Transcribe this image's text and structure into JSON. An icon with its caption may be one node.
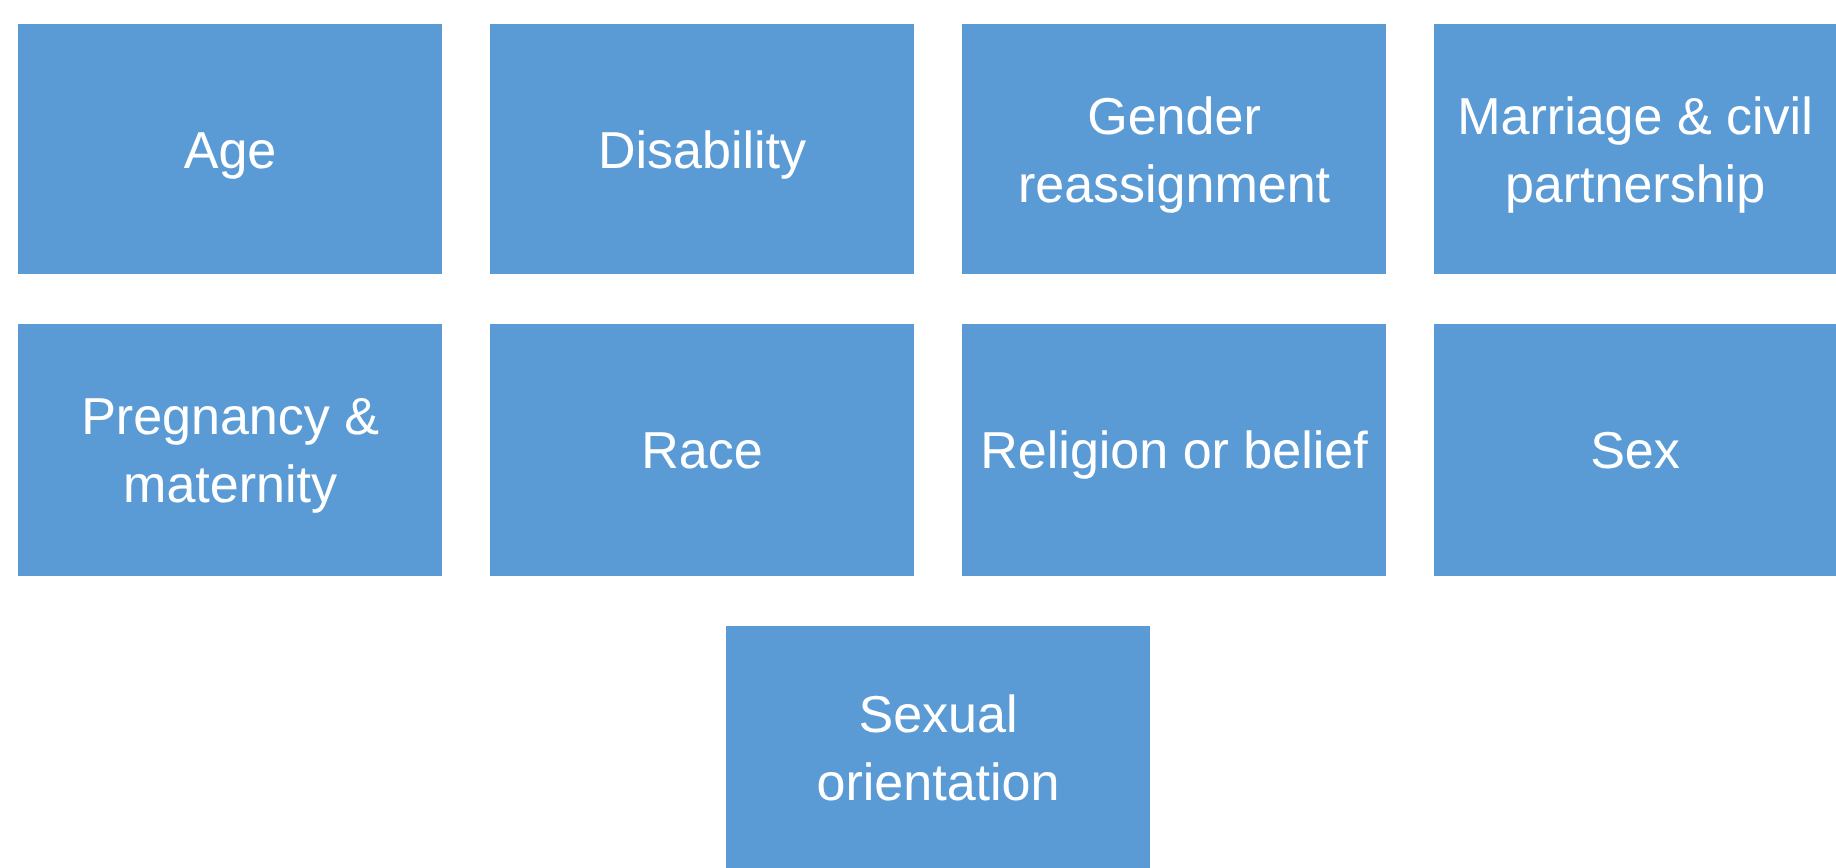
{
  "diagram": {
    "nodes": [
      {
        "text": [
          "Age"
        ]
      },
      {
        "text": [
          "Disability"
        ]
      },
      {
        "text": [
          "Gender reassignment"
        ]
      },
      {
        "text": [
          "Marriage & civil partnership"
        ]
      },
      {
        "text": [
          "Pregnancy & maternity"
        ]
      },
      {
        "text": [
          "Race"
        ]
      },
      {
        "text": [
          "Religion or belief"
        ]
      },
      {
        "text": [
          "Sex"
        ]
      },
      {
        "text": [
          "Sexual orientation"
        ]
      }
    ]
  }
}
